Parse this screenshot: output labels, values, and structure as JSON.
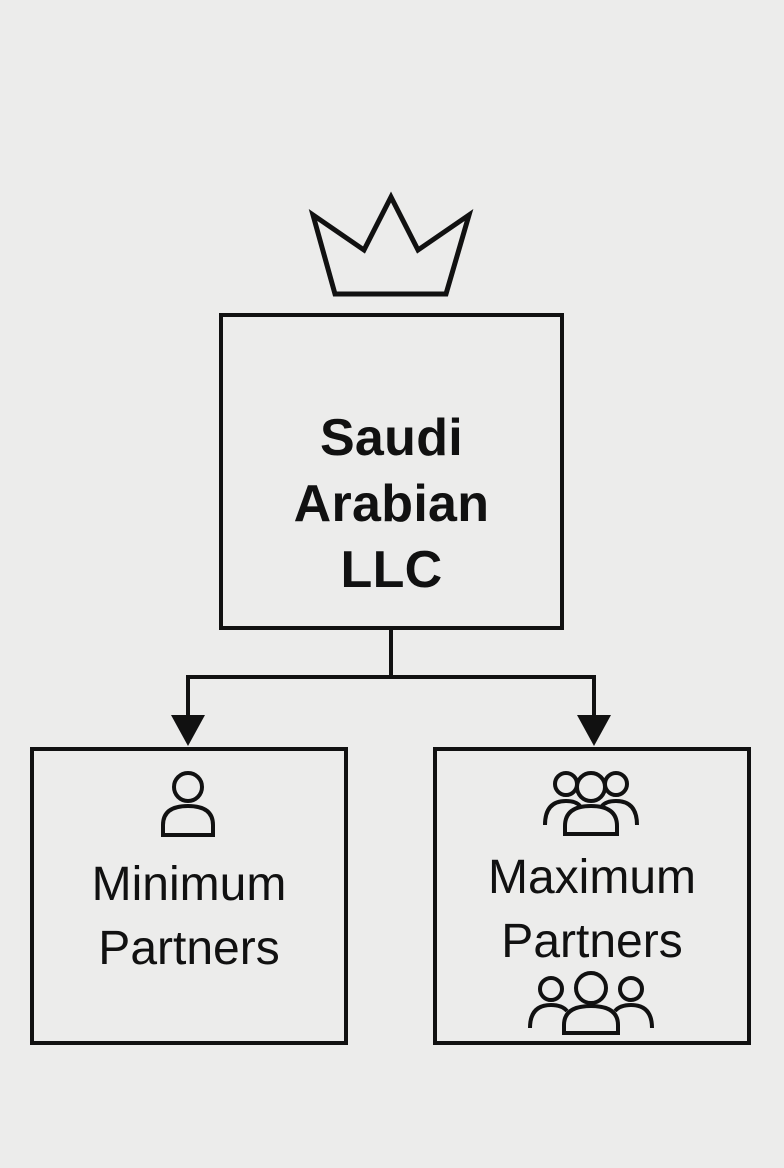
{
  "root": {
    "title_lines": [
      "Saudi",
      "Arabian",
      "LLC"
    ],
    "icon": "crown-icon"
  },
  "children": [
    {
      "label_lines": [
        "Minimum",
        "Partners"
      ],
      "icon": "person-icon"
    },
    {
      "label_lines": [
        "Maximum",
        "Partners"
      ],
      "icons": [
        "group-icon",
        "group-icon"
      ]
    }
  ],
  "colors": {
    "background": "#ececeb",
    "stroke": "#111111"
  }
}
